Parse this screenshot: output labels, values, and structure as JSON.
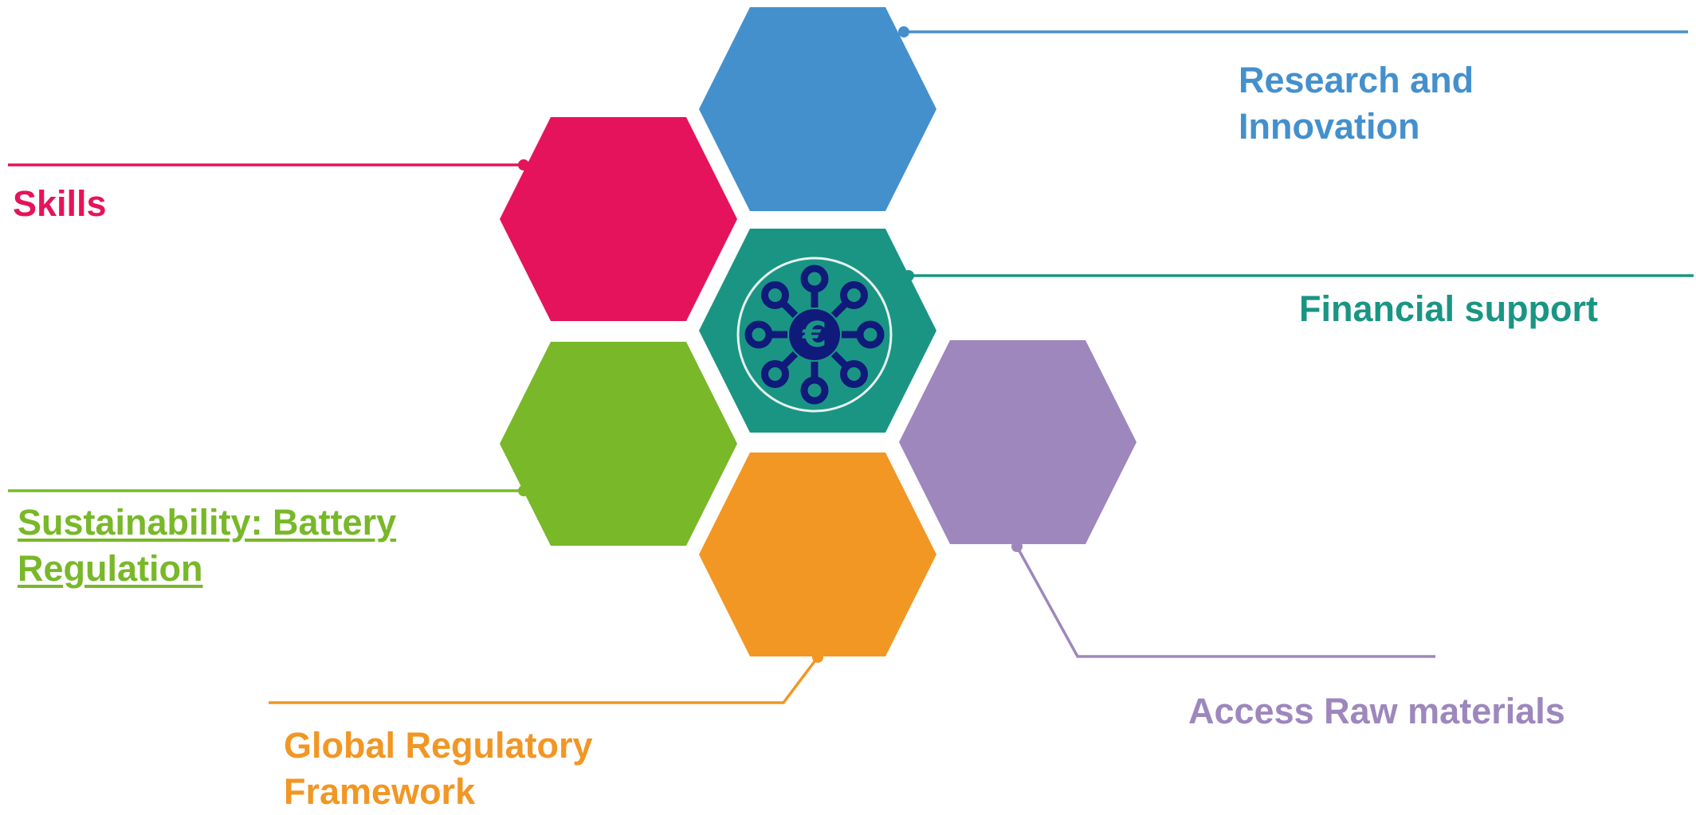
{
  "diagram": {
    "center_icon": {
      "symbol": "€",
      "icon_name": "euro-network-icon",
      "fill_color": "#1a9584",
      "icon_color": "#0f1a7a"
    },
    "nodes": [
      {
        "id": "research",
        "lines": [
          "Research and",
          "Innovation"
        ],
        "color": "#4490cd",
        "link": false
      },
      {
        "id": "skills",
        "lines": [
          "Skills"
        ],
        "color": "#e5135b",
        "link": false
      },
      {
        "id": "financial",
        "lines": [
          "Financial support"
        ],
        "color": "#1a9584",
        "link": false
      },
      {
        "id": "sustainability",
        "lines": [
          "Sustainability: Battery",
          "Regulation"
        ],
        "color": "#78b829",
        "link": true
      },
      {
        "id": "raw-materials",
        "lines": [
          "Access Raw materials"
        ],
        "color": "#9d87bd",
        "link": false
      },
      {
        "id": "global-regulatory",
        "lines": [
          "Global Regulatory",
          "Framework"
        ],
        "color": "#f29624",
        "link": false
      }
    ]
  }
}
